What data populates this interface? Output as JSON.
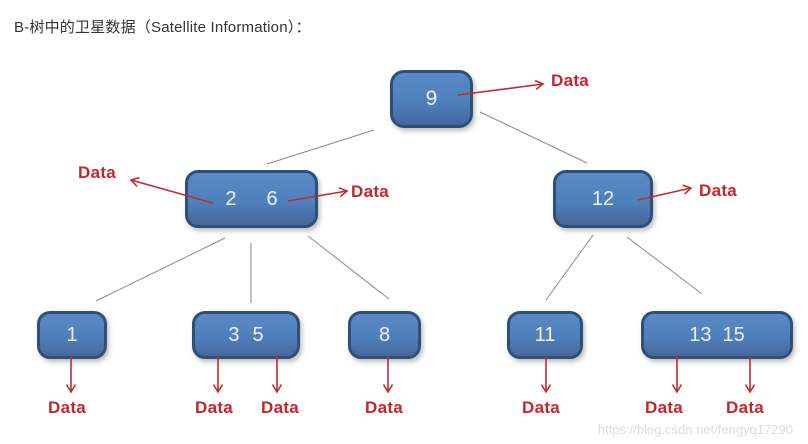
{
  "title": "B-树中的卫星数据（Satellite Information）：",
  "satellite_label": "Data",
  "watermark": "https://blog.csdn.net/fengyq17290",
  "tree": {
    "levels": [
      {
        "nodes": [
          {
            "keys": [
              "9"
            ]
          }
        ]
      },
      {
        "nodes": [
          {
            "keys": [
              "2",
              "6"
            ]
          },
          {
            "keys": [
              "12"
            ]
          }
        ]
      },
      {
        "nodes": [
          {
            "keys": [
              "1"
            ]
          },
          {
            "keys": [
              "3",
              "5"
            ]
          },
          {
            "keys": [
              "8"
            ]
          },
          {
            "keys": [
              "11"
            ]
          },
          {
            "keys": [
              "13",
              "15"
            ]
          }
        ]
      }
    ]
  },
  "colors": {
    "node_fill": "#4e80bc",
    "node_border": "#2e5077",
    "node_text": "#eaf2fa",
    "edge_gray": "#8a8a8a",
    "arrow_red": "#bf2b30",
    "data_red": "#c2272d",
    "title_color": "#333333",
    "watermark_gray": "#dcdcdc",
    "background": "#ffffff"
  }
}
